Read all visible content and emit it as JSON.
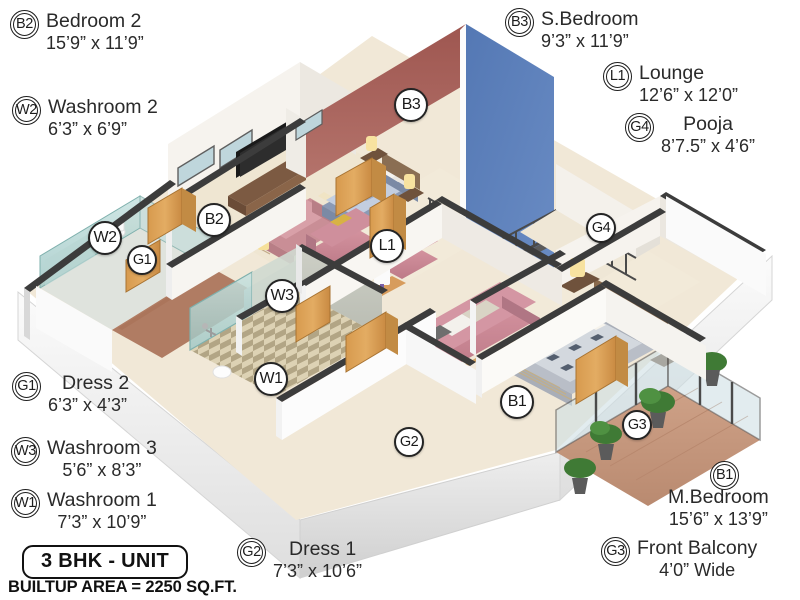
{
  "unit": {
    "badge_label": "3 BHK - UNIT",
    "area_label": "BUILTUP AREA = 2250 SQ.FT."
  },
  "legend": [
    {
      "code": "B2",
      "name": "Bedroom 2",
      "dims": "15’9” x 11’9”"
    },
    {
      "code": "W2",
      "name": "Washroom 2",
      "dims": "6’3” x 6’9”"
    },
    {
      "code": "B3",
      "name": "S.Bedroom",
      "dims": "9’3” x 11’9”"
    },
    {
      "code": "L1",
      "name": "Lounge",
      "dims": "12’6” x 12’0”"
    },
    {
      "code": "G4",
      "name": "Pooja",
      "dims": "8’7.5” x 4’6”"
    },
    {
      "code": "G1",
      "name": "Dress 2",
      "dims": "6’3” x 4’3”"
    },
    {
      "code": "W3",
      "name": "Washroom 3",
      "dims": "5’6” x 8’3”"
    },
    {
      "code": "W1",
      "name": "Washroom 1",
      "dims": "7’3” x 10’9”"
    },
    {
      "code": "G2",
      "name": "Dress 1",
      "dims": "7’3” x 10’6”"
    },
    {
      "code": "B1",
      "name": "M.Bedroom",
      "dims": "15’6” x 13’9”"
    },
    {
      "code": "G3",
      "name": "Front Balcony",
      "dims": "4’0” Wide"
    }
  ],
  "plan_markers": [
    {
      "code": "B3"
    },
    {
      "code": "B2"
    },
    {
      "code": "W2"
    },
    {
      "code": "G1"
    },
    {
      "code": "L1"
    },
    {
      "code": "G4"
    },
    {
      "code": "W3"
    },
    {
      "code": "W1"
    },
    {
      "code": "G2"
    },
    {
      "code": "B1"
    },
    {
      "code": "G3"
    }
  ],
  "colors": {
    "accent_wall_red": "#a9635c",
    "accent_wall_blue": "#5a81ba",
    "wall_dark": "#3c3c3c",
    "wall_light": "#f2efe9",
    "floor_cream": "#f0e7d6",
    "text": "#2a2a2a"
  }
}
